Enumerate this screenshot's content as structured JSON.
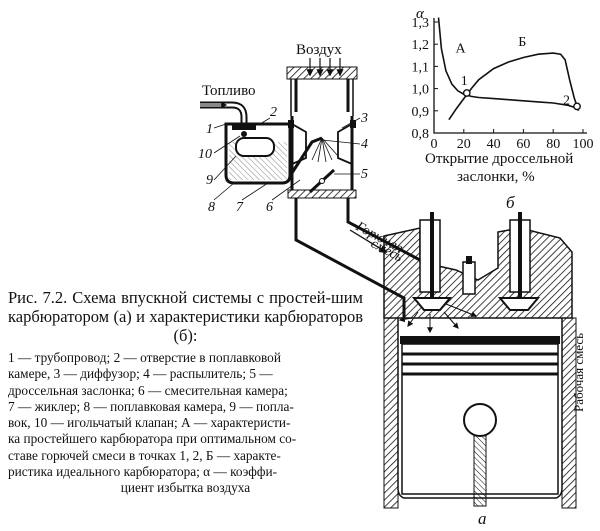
{
  "figure": {
    "caption_title": "Рис. 7.2. Схема впускной системы с простей-шим карбюратором (а) и характеристики карбюраторов (б):",
    "caption_lines": [
      "1 — трубопровод; 2 — отверстие в поплавковой",
      "камере, 3 — диффузор; 4 — распылитель; 5 —",
      "дроссельная заслонка; 6 — смесительная камера;",
      "7 — жиклер; 8 — поплавковая камера, 9 — попла-",
      "вок, 10 — игольчатый клапан; А — характеристи-",
      "ка простейшего карбюратора при оптимальном со-",
      "ставе горючей смеси в точках 1, 2, Б — характе-",
      "ристика идеального карбюратора; α — коэффи-",
      "циент избытка воздуха"
    ]
  },
  "diagram_a": {
    "label": "а",
    "fuel_label": "Топливо",
    "air_label": "Воздух",
    "mixture_label_1": "Горючая",
    "mixture_label_2": "смесь",
    "working_mixture_label": "Рабочая смесь",
    "part_numbers": [
      "1",
      "2",
      "3",
      "4",
      "5",
      "6",
      "7",
      "8",
      "9",
      "10"
    ]
  },
  "chart_label": "б",
  "chart_data": {
    "type": "line",
    "title": "",
    "xlabel": "Открытие дроссельной заслонки, %",
    "ylabel": "α",
    "xlim": [
      0,
      100
    ],
    "ylim": [
      0.8,
      1.3
    ],
    "xticks": [
      0,
      20,
      40,
      60,
      80,
      100
    ],
    "yticks": [
      0.8,
      0.9,
      1.0,
      1.1,
      1.2,
      1.3
    ],
    "ytick_labels": [
      "0,8",
      "0,9",
      "1,0",
      "1,1",
      "1,2",
      "1,3"
    ],
    "grid": false,
    "series": [
      {
        "name": "А",
        "x": [
          3,
          5,
          8,
          12,
          16,
          20,
          25,
          30,
          40,
          50,
          60,
          70,
          80,
          90,
          97
        ],
        "y": [
          1.32,
          1.18,
          1.08,
          1.02,
          0.99,
          0.975,
          0.965,
          0.96,
          0.955,
          0.95,
          0.945,
          0.94,
          0.935,
          0.925,
          0.91
        ]
      },
      {
        "name": "Б",
        "x": [
          10,
          15,
          20,
          25,
          30,
          40,
          50,
          60,
          70,
          80,
          85,
          88,
          91,
          94,
          97
        ],
        "y": [
          0.86,
          0.91,
          0.955,
          1.0,
          1.04,
          1.09,
          1.12,
          1.14,
          1.155,
          1.16,
          1.155,
          1.13,
          1.04,
          0.96,
          0.9
        ]
      }
    ],
    "annotations": [
      {
        "text": "1",
        "x": 22,
        "y": 0.98
      },
      {
        "text": "2",
        "x": 96,
        "y": 0.92
      }
    ]
  }
}
